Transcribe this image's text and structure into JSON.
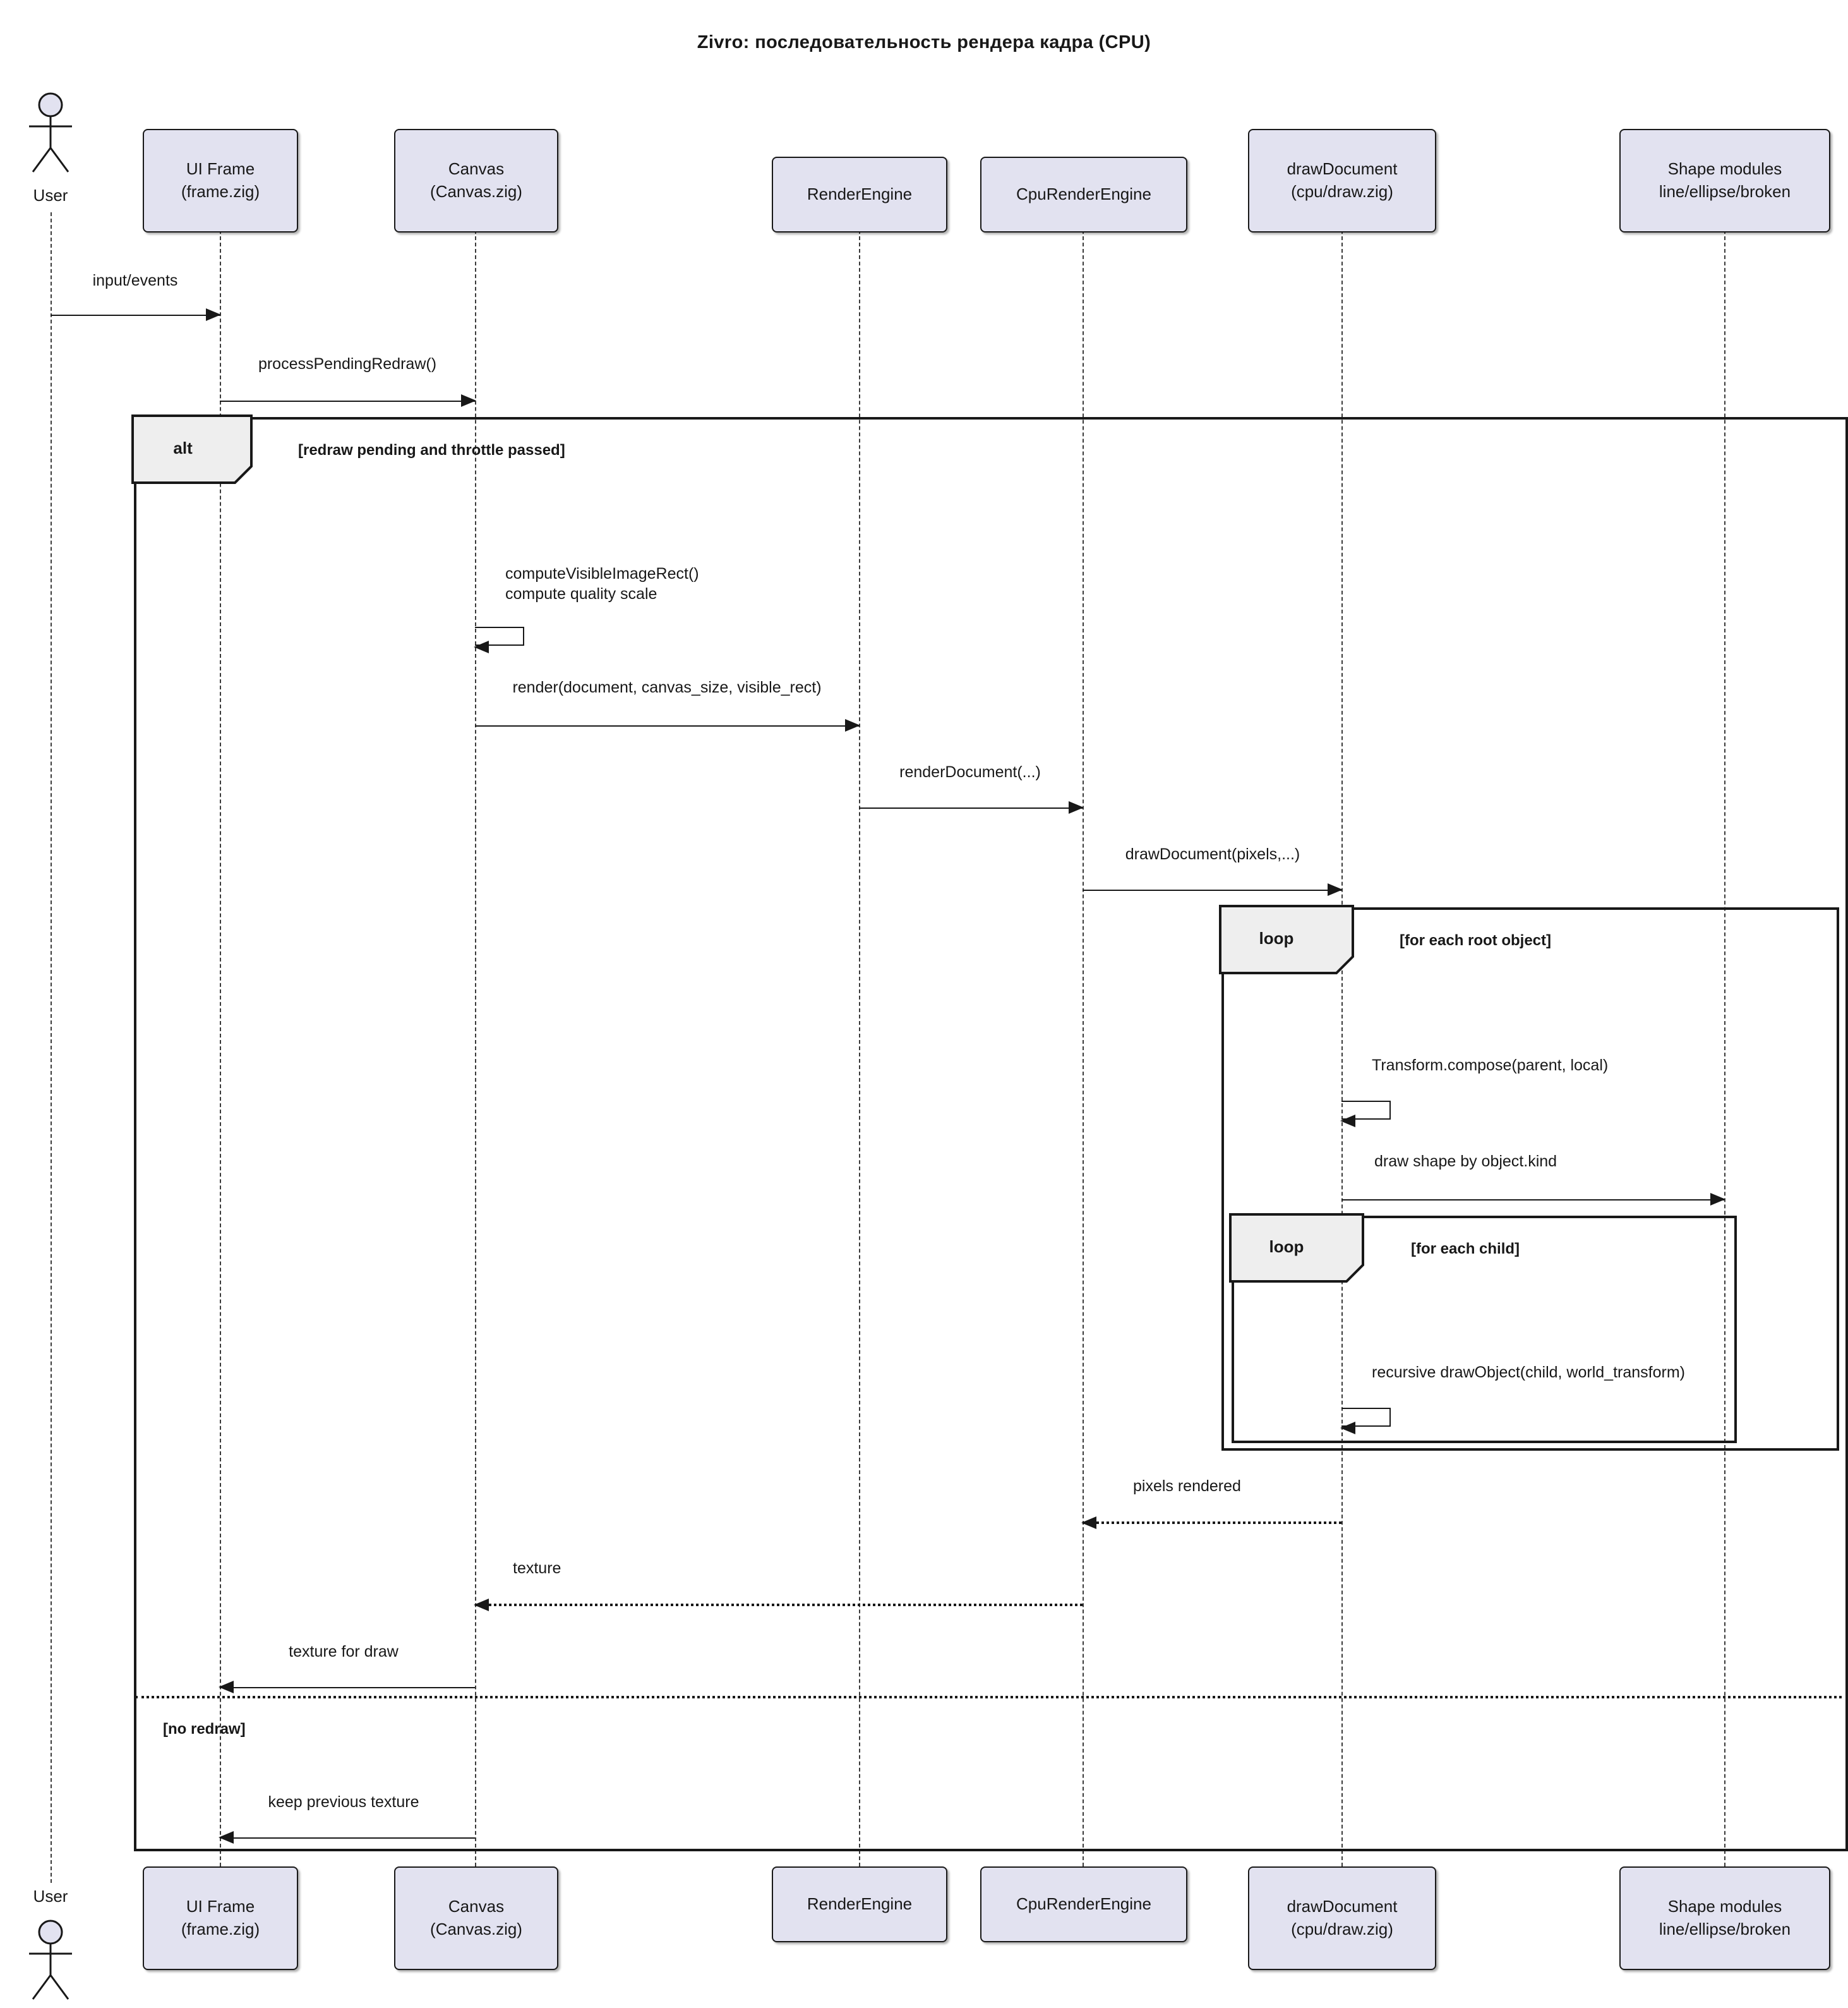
{
  "title": "Zivro: последовательность рендера кадра (CPU)",
  "actor": {
    "label": "User"
  },
  "participants": [
    {
      "id": "uiframe",
      "label": "UI Frame\n(frame.zig)"
    },
    {
      "id": "canvas",
      "label": "Canvas\n(Canvas.zig)"
    },
    {
      "id": "renderengine",
      "label": "RenderEngine"
    },
    {
      "id": "cpurender",
      "label": "CpuRenderEngine"
    },
    {
      "id": "drawdoc",
      "label": "drawDocument\n(cpu/draw.zig)"
    },
    {
      "id": "shapes",
      "label": "Shape modules\nline/ellipse/broken"
    }
  ],
  "frames": {
    "alt": {
      "keyword": "alt",
      "guard": "[redraw pending and throttle passed]",
      "else_guard": "[no redraw]"
    },
    "loop_root": {
      "keyword": "loop",
      "guard": "[for each root object]"
    },
    "loop_child": {
      "keyword": "loop",
      "guard": "[for each child]"
    }
  },
  "messages": {
    "input_events": "input/events",
    "process_pending": "processPendingRedraw()",
    "compute_visible": "computeVisibleImageRect()\ncompute quality scale",
    "render": "render(document, canvas_size, visible_rect)",
    "render_document": "renderDocument(...)",
    "draw_document": "drawDocument(pixels,...)",
    "transform_compose": "Transform.compose(parent, local)",
    "draw_shape": "draw shape by object.kind",
    "recursive_draw": "recursive drawObject(child, world_transform)",
    "pixels_rendered": "pixels rendered",
    "texture": "texture",
    "texture_for_draw": "texture for draw",
    "keep_previous": "keep previous texture"
  },
  "colors": {
    "participant_fill": "#E2E2F0",
    "frame_label_fill": "#EEEEEE",
    "line": "#181818"
  }
}
